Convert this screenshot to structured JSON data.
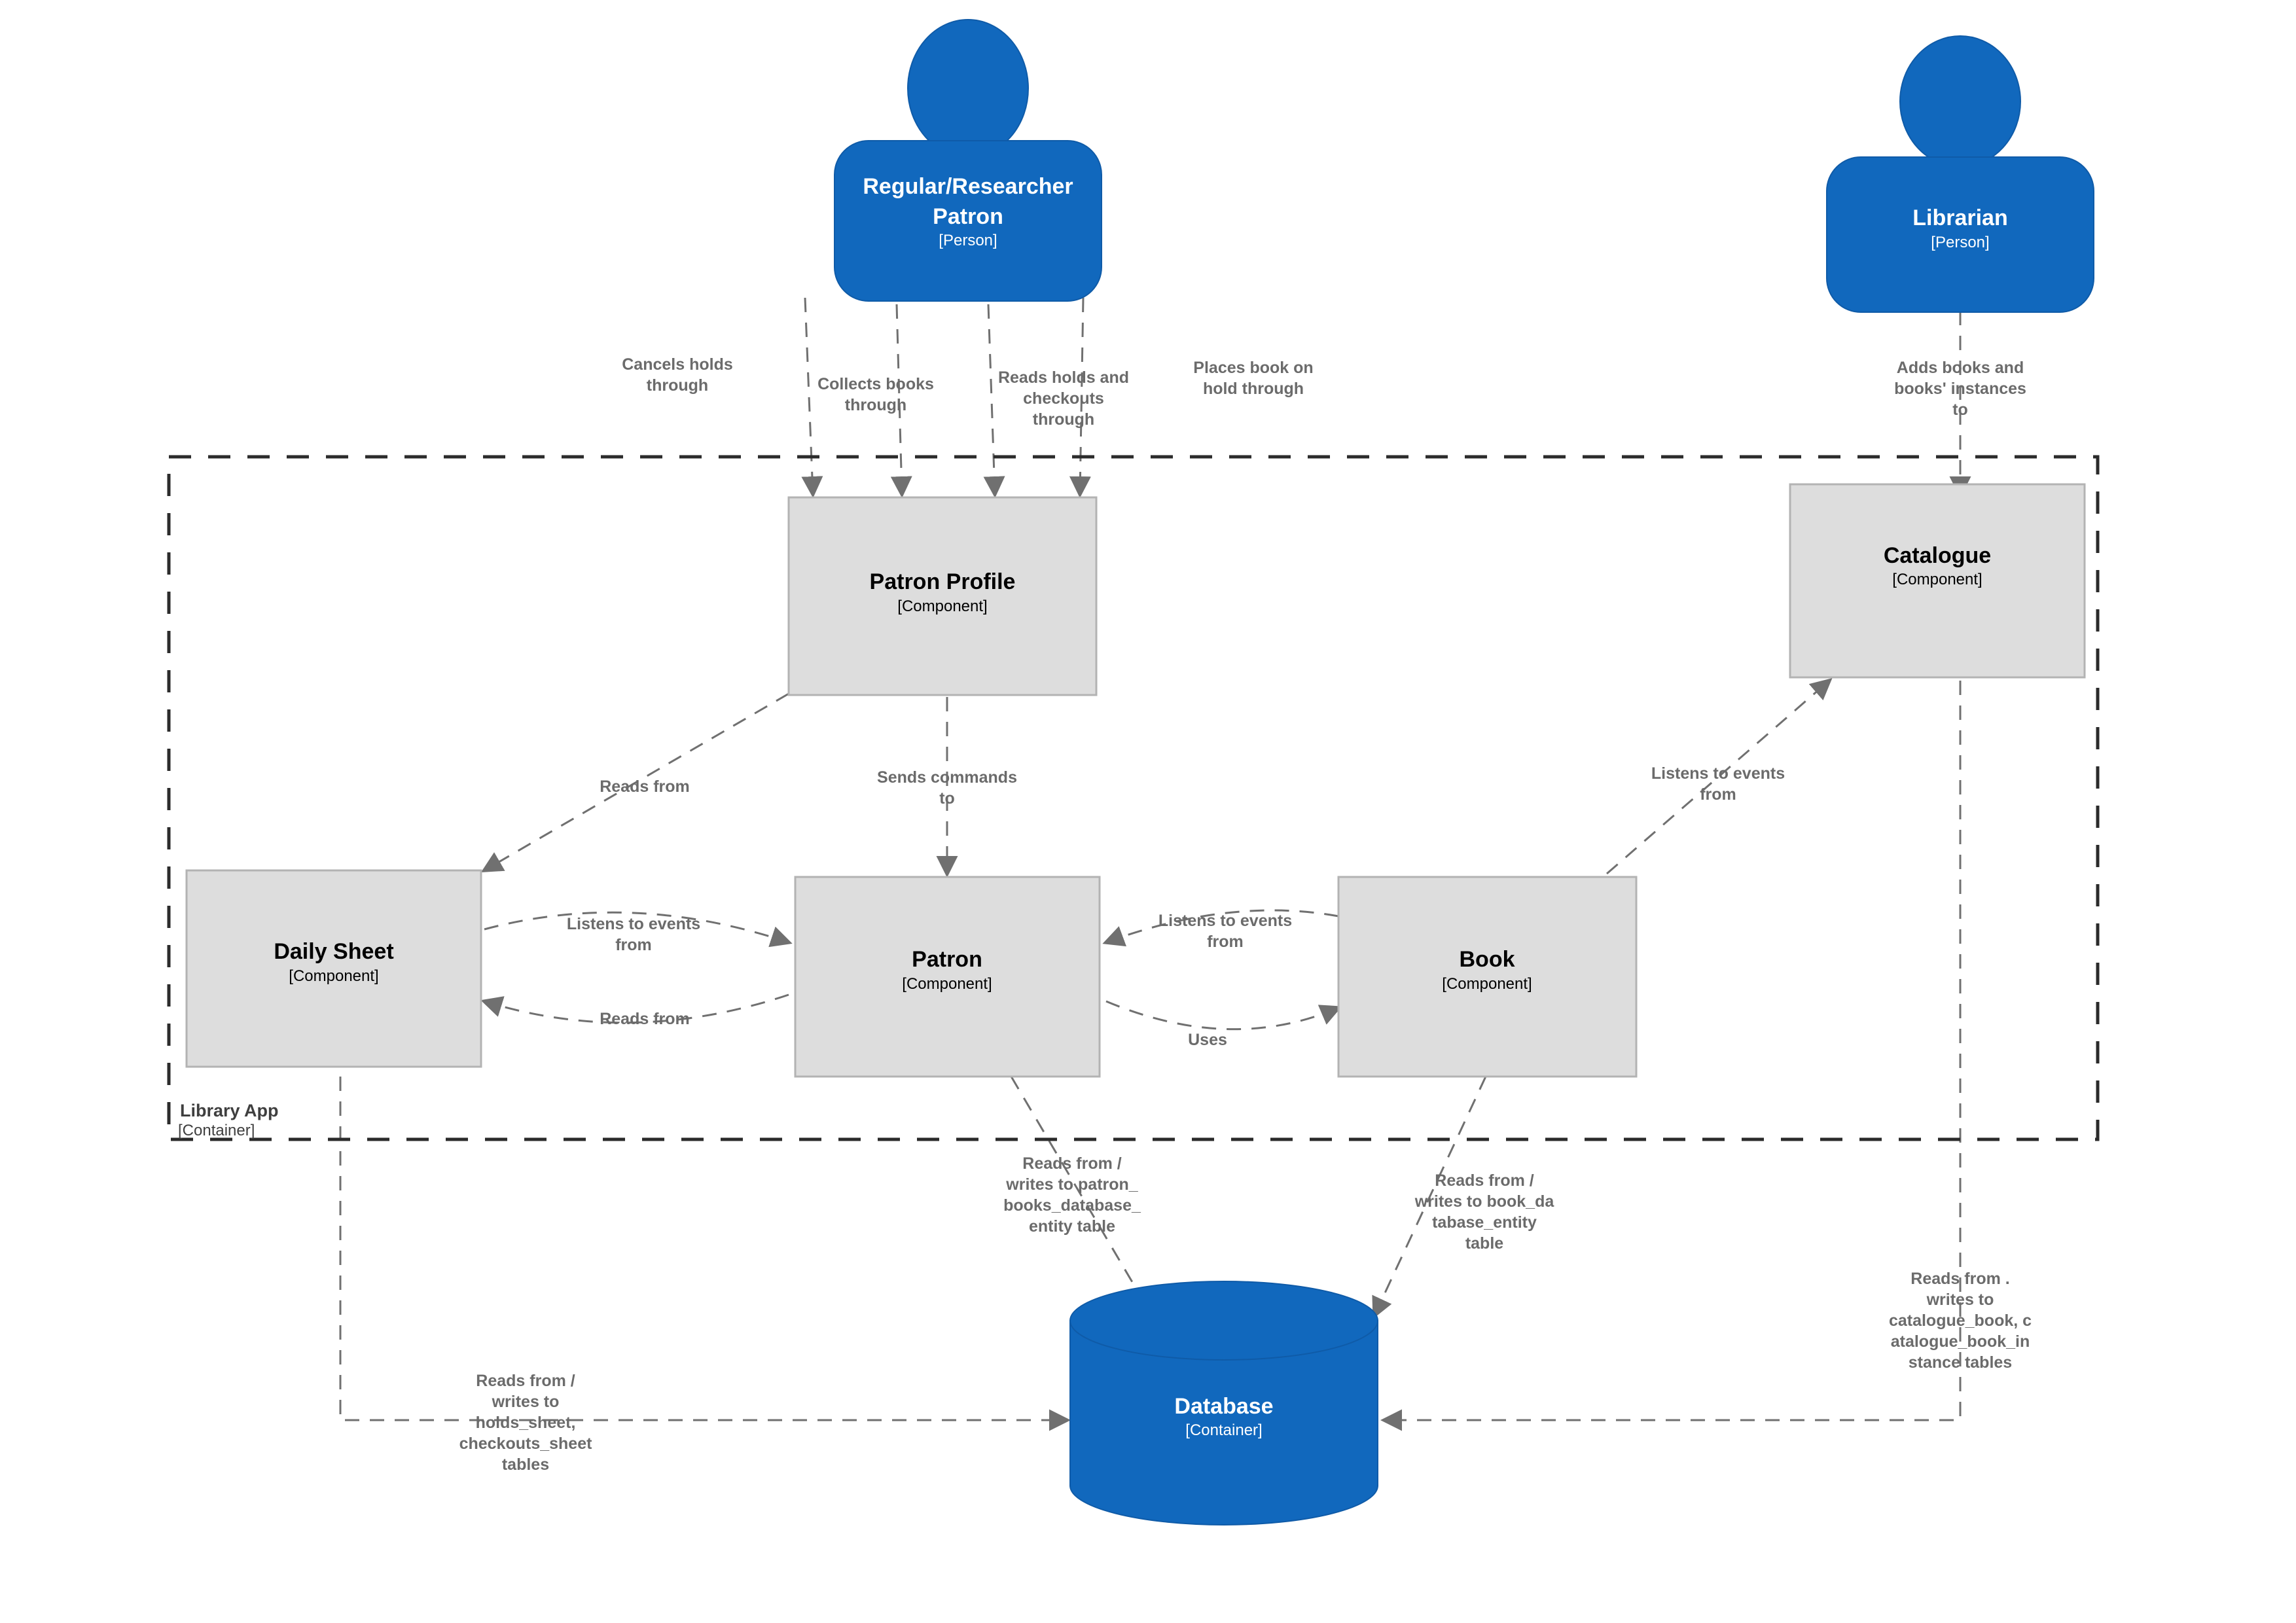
{
  "diagram": {
    "title": "Library App Component Diagram",
    "type": "C4 Component Diagram",
    "colors": {
      "person_fill": "#1168bd",
      "person_stroke": "#0f5ba8",
      "component_fill": "#dddddd",
      "component_stroke": "#b3b3b3",
      "database_fill": "#1168bd",
      "database_stroke": "#0f5ba8",
      "edge_stroke": "#707070",
      "boundary_stroke": "#2b2b2b",
      "label_text": "#6b6b6b"
    }
  },
  "persons": [
    {
      "id": "regular-researcher-patron",
      "name": "Regular/Researcher\nPatron",
      "name_line1": "Regular/Researcher",
      "name_line2": "Patron",
      "type": "[Person]"
    },
    {
      "id": "librarian",
      "name": "Librarian",
      "type": "[Person]"
    }
  ],
  "boundary": {
    "id": "library-app",
    "name": "Library App",
    "type": "[Container]"
  },
  "components": [
    {
      "id": "patron-profile",
      "name": "Patron Profile",
      "type": "[Component]"
    },
    {
      "id": "catalogue",
      "name": "Catalogue",
      "type": "[Component]"
    },
    {
      "id": "daily-sheet",
      "name": "Daily Sheet",
      "type": "[Component]"
    },
    {
      "id": "patron",
      "name": "Patron",
      "type": "[Component]"
    },
    {
      "id": "book",
      "name": "Book",
      "type": "[Component]"
    }
  ],
  "containers": [
    {
      "id": "database",
      "name": "Database",
      "type": "[Container]"
    }
  ],
  "relationships": [
    {
      "id": "rel-cancels-holds",
      "from": "regular-researcher-patron",
      "to": "patron-profile",
      "label_lines": [
        "Cancels holds",
        "through"
      ]
    },
    {
      "id": "rel-collects-books",
      "from": "regular-researcher-patron",
      "to": "patron-profile",
      "label_lines": [
        "Collects books",
        "through"
      ]
    },
    {
      "id": "rel-reads-holds",
      "from": "regular-researcher-patron",
      "to": "patron-profile",
      "label_lines": [
        "Reads holds and",
        "checkouts",
        "through"
      ]
    },
    {
      "id": "rel-places-hold",
      "from": "regular-researcher-patron",
      "to": "patron-profile",
      "label_lines": [
        "Places book on",
        "hold through"
      ]
    },
    {
      "id": "rel-adds-books",
      "from": "librarian",
      "to": "catalogue",
      "label_lines": [
        "Adds books and",
        "books' instances",
        "to"
      ]
    },
    {
      "id": "rel-profile-reads-ds",
      "from": "patron-profile",
      "to": "daily-sheet",
      "label_lines": [
        "Reads from"
      ]
    },
    {
      "id": "rel-profile-commands",
      "from": "patron-profile",
      "to": "patron",
      "label_lines": [
        "Sends commands",
        "to"
      ]
    },
    {
      "id": "rel-ds-listens",
      "from": "daily-sheet",
      "to": "patron",
      "label_lines": [
        "Listens to events",
        "from"
      ]
    },
    {
      "id": "rel-patron-reads-ds",
      "from": "patron",
      "to": "daily-sheet",
      "label_lines": [
        "Reads from"
      ]
    },
    {
      "id": "rel-book-listens",
      "from": "book",
      "to": "patron",
      "label_lines": [
        "Listens to events",
        "from"
      ]
    },
    {
      "id": "rel-patron-uses-book",
      "from": "patron",
      "to": "book",
      "label_lines": [
        "Uses"
      ]
    },
    {
      "id": "rel-cat-listens",
      "from": "book",
      "to": "catalogue",
      "label_lines": [
        "Listens to events",
        "from"
      ]
    },
    {
      "id": "rel-ds-db",
      "from": "daily-sheet",
      "to": "database",
      "label_lines": [
        "Reads from /",
        "writes to",
        "holds_sheet,",
        "checkouts_sheet",
        "tables"
      ]
    },
    {
      "id": "rel-patron-db",
      "from": "patron",
      "to": "database",
      "label_lines": [
        "Reads from /",
        "writes to patron_",
        "books_database_",
        "entity table"
      ]
    },
    {
      "id": "rel-book-db",
      "from": "book",
      "to": "database",
      "label_lines": [
        "Reads from /",
        "writes to book_da",
        "tabase_entity",
        "table"
      ]
    },
    {
      "id": "rel-cat-db",
      "from": "catalogue",
      "to": "database",
      "label_lines": [
        "Reads from .",
        "writes to",
        "catalogue_book, c",
        "atalogue_book_in",
        "stance tables"
      ]
    }
  ]
}
